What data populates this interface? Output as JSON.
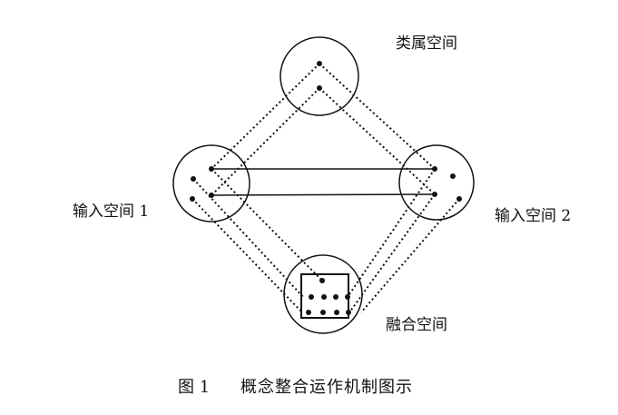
{
  "diagram": {
    "labels": {
      "generic_space": "类属空间",
      "input_space_1": "输入空间 1",
      "input_space_2": "输入空间 2",
      "blended_space": "融合空间"
    },
    "caption": {
      "figure_number": "图 1",
      "title": "概念整合运作机制图示"
    }
  }
}
